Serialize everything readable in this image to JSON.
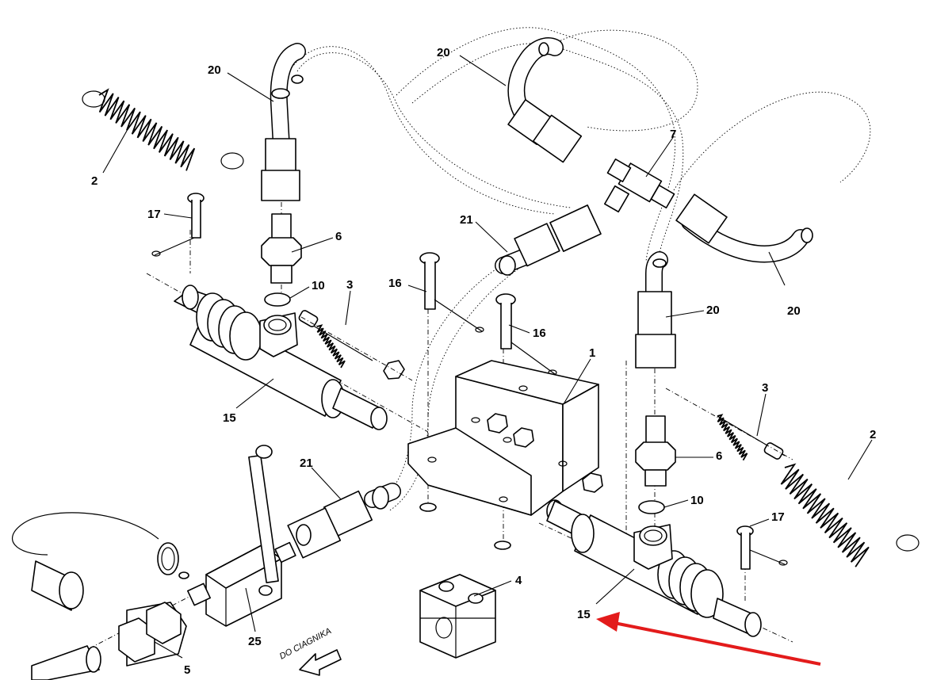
{
  "labels": {
    "l2a": "2",
    "l2b": "2",
    "l20a": "20",
    "l20b": "20",
    "l20c": "20",
    "l20d": "20",
    "l7": "7",
    "l17a": "17",
    "l17b": "17",
    "l6a": "6",
    "l6b": "6",
    "l21a": "21",
    "l21b": "21",
    "l16a": "16",
    "l16b": "16",
    "l10a": "10",
    "l10b": "10",
    "l3a": "3",
    "l3b": "3",
    "l1": "1",
    "l15a": "15",
    "l15b": "15",
    "l4": "4",
    "l25": "25",
    "l5": "5"
  },
  "direction_text": "DO CIAGNIKA",
  "highlight": {
    "color": "#e31b1b",
    "target": "15"
  }
}
